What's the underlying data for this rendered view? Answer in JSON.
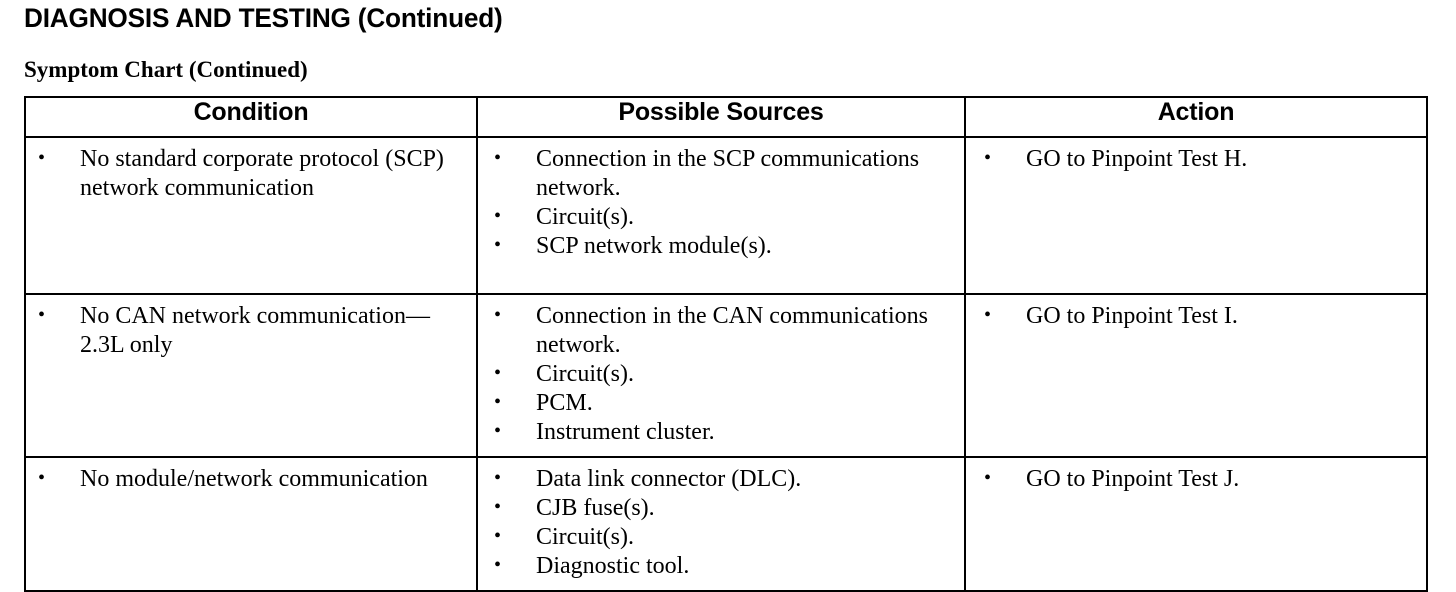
{
  "document": {
    "page_title": "DIAGNOSIS AND TESTING (Continued)",
    "section_title": "Symptom Chart (Continued)"
  },
  "table": {
    "headers": {
      "condition": "Condition",
      "sources": "Possible Sources",
      "action": "Action"
    },
    "rows": [
      {
        "condition": [
          "No standard corporate protocol (SCP) network communication"
        ],
        "sources": [
          "Connection in the SCP communications network.",
          "Circuit(s).",
          "SCP network module(s)."
        ],
        "action": [
          "GO to Pinpoint Test H."
        ]
      },
      {
        "condition": [
          "No CAN network communication— 2.3L only"
        ],
        "sources": [
          "Connection in the CAN communications network.",
          "Circuit(s).",
          "PCM.",
          "Instrument cluster."
        ],
        "action": [
          "GO to Pinpoint Test I."
        ]
      },
      {
        "condition": [
          "No module/network communication"
        ],
        "sources": [
          "Data link connector (DLC).",
          "CJB fuse(s).",
          "Circuit(s).",
          "Diagnostic tool."
        ],
        "action": [
          "GO to Pinpoint Test J."
        ]
      }
    ]
  }
}
